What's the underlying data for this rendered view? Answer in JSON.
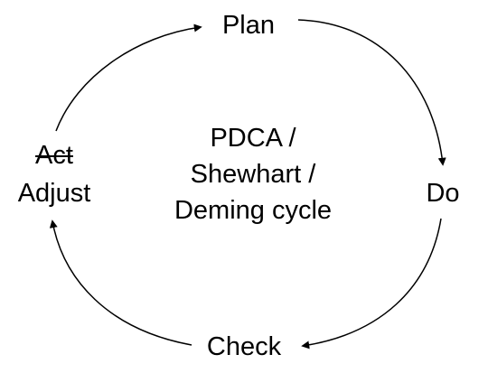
{
  "diagram": {
    "stages": {
      "plan": "Plan",
      "do": "Do",
      "check": "Check",
      "act_struck": "Act",
      "adjust": "Adjust"
    },
    "center_lines": [
      "PDCA /",
      "Shewhart /",
      "Deming cycle"
    ],
    "colors": {
      "text": "#000000",
      "arrows": "#000000",
      "background": "#ffffff"
    }
  }
}
